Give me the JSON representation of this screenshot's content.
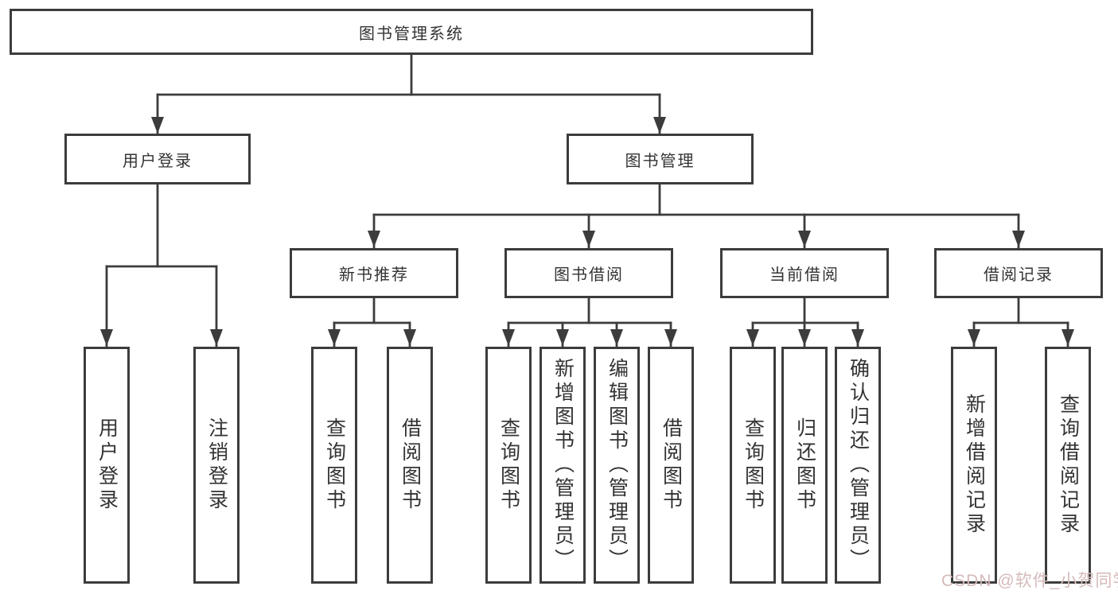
{
  "diagram": {
    "title": "图书管理系统",
    "tree": {
      "label": "图书管理系统",
      "children": [
        {
          "label": "用户登录",
          "children": [
            {
              "label": "用户登录"
            },
            {
              "label": "注销登录"
            }
          ]
        },
        {
          "label": "图书管理",
          "children": [
            {
              "label": "新书推荐",
              "children": [
                {
                  "label": "查询图书"
                },
                {
                  "label": "借阅图书"
                }
              ]
            },
            {
              "label": "图书借阅",
              "children": [
                {
                  "label": "查询图书"
                },
                {
                  "label": "新增图书（管理员）"
                },
                {
                  "label": "编辑图书（管理员）"
                },
                {
                  "label": "借阅图书"
                }
              ]
            },
            {
              "label": "当前借阅",
              "children": [
                {
                  "label": "查询图书"
                },
                {
                  "label": "归还图书"
                },
                {
                  "label": "确认归还（管理员）"
                }
              ]
            },
            {
              "label": "借阅记录",
              "children": [
                {
                  "label": "新增借阅记录"
                },
                {
                  "label": "查询借阅记录"
                }
              ]
            }
          ]
        }
      ]
    }
  },
  "watermark": {
    "text": "CSDN @软件_小贺同学",
    "color": "#d6baba"
  },
  "colors": {
    "line": "#3c3c3c",
    "text": "#333333",
    "background": "#ffffff"
  }
}
